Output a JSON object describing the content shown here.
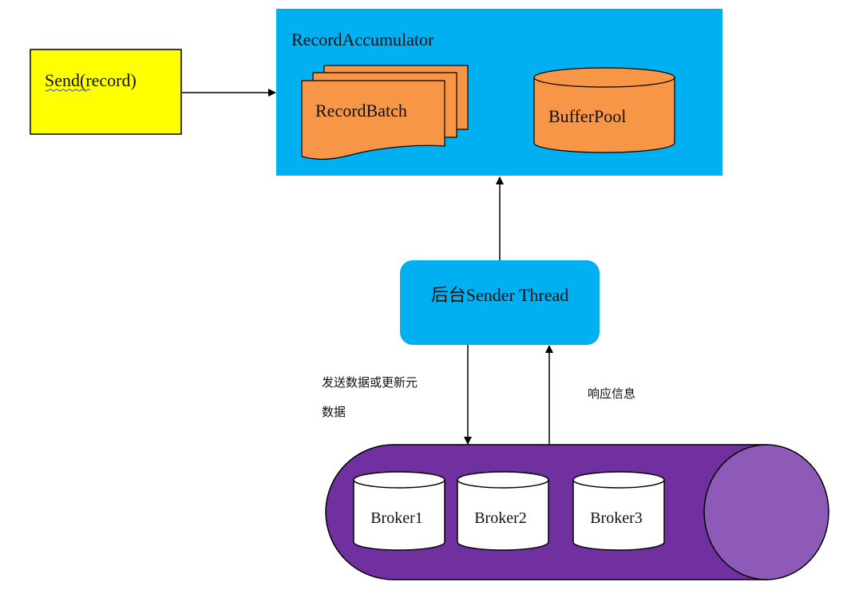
{
  "colors": {
    "send_box": "#ffff00",
    "accumulator": "#00b0f0",
    "shape_orange": "#f79646",
    "sender_thread": "#00b0f0",
    "tube_body": "#7030a0",
    "tube_end": "#8e5ab7",
    "broker_fill": "#ffffff",
    "arrow": "#000000"
  },
  "send_box": {
    "label": "Send(record)"
  },
  "accumulator": {
    "title": "RecordAccumulator",
    "record_batch_label": "RecordBatch",
    "buffer_pool_label": "BufferPool"
  },
  "sender_thread": {
    "label": "后台Sender Thread"
  },
  "edges": {
    "send_label_line1": "发送数据或更新元",
    "send_label_line2": "数据",
    "response_label": "响应信息"
  },
  "brokers": [
    {
      "label": "Broker1"
    },
    {
      "label": "Broker2"
    },
    {
      "label": "Broker3"
    }
  ]
}
